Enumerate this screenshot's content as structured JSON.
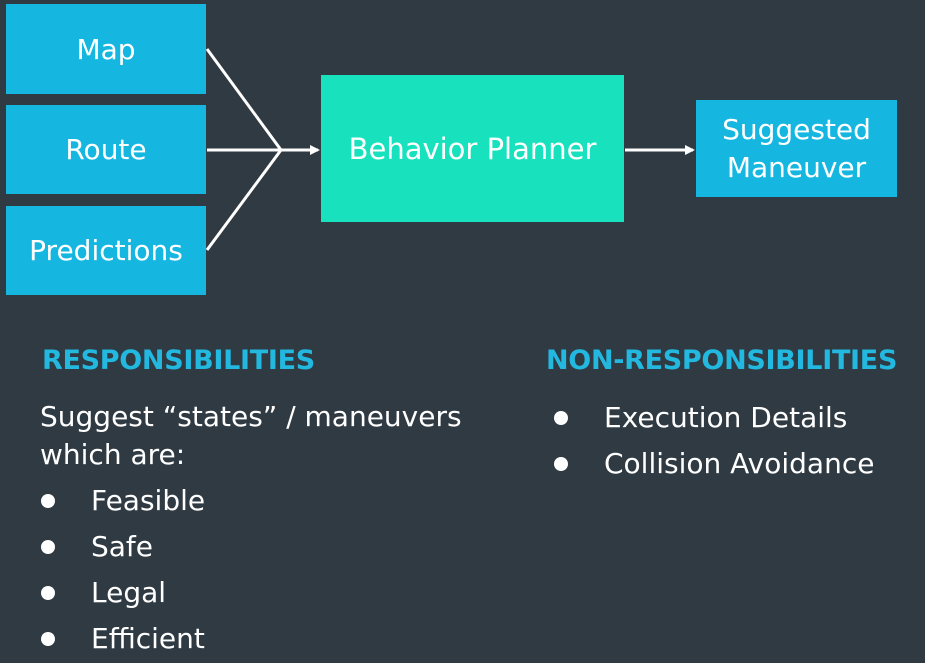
{
  "diagram": {
    "inputs": [
      "Map",
      "Route",
      "Predictions"
    ],
    "planner": "Behavior Planner",
    "output": [
      "Suggested",
      "Maneuver"
    ]
  },
  "responsibilities": {
    "heading": "RESPONSIBILITIES",
    "description": [
      "Suggest “states” / maneuvers",
      "which are:"
    ],
    "items": [
      "Feasible",
      "Safe",
      "Legal",
      "Efficient"
    ]
  },
  "non_responsibilities": {
    "heading": "NON-RESPONSIBILITIES",
    "items": [
      "Execution Details",
      "Collision Avoidance"
    ]
  },
  "colors": {
    "background": "#2f3a43",
    "input_box": "#15b7e1",
    "planner_box": "#17e2bd",
    "heading": "#22b8e0"
  }
}
